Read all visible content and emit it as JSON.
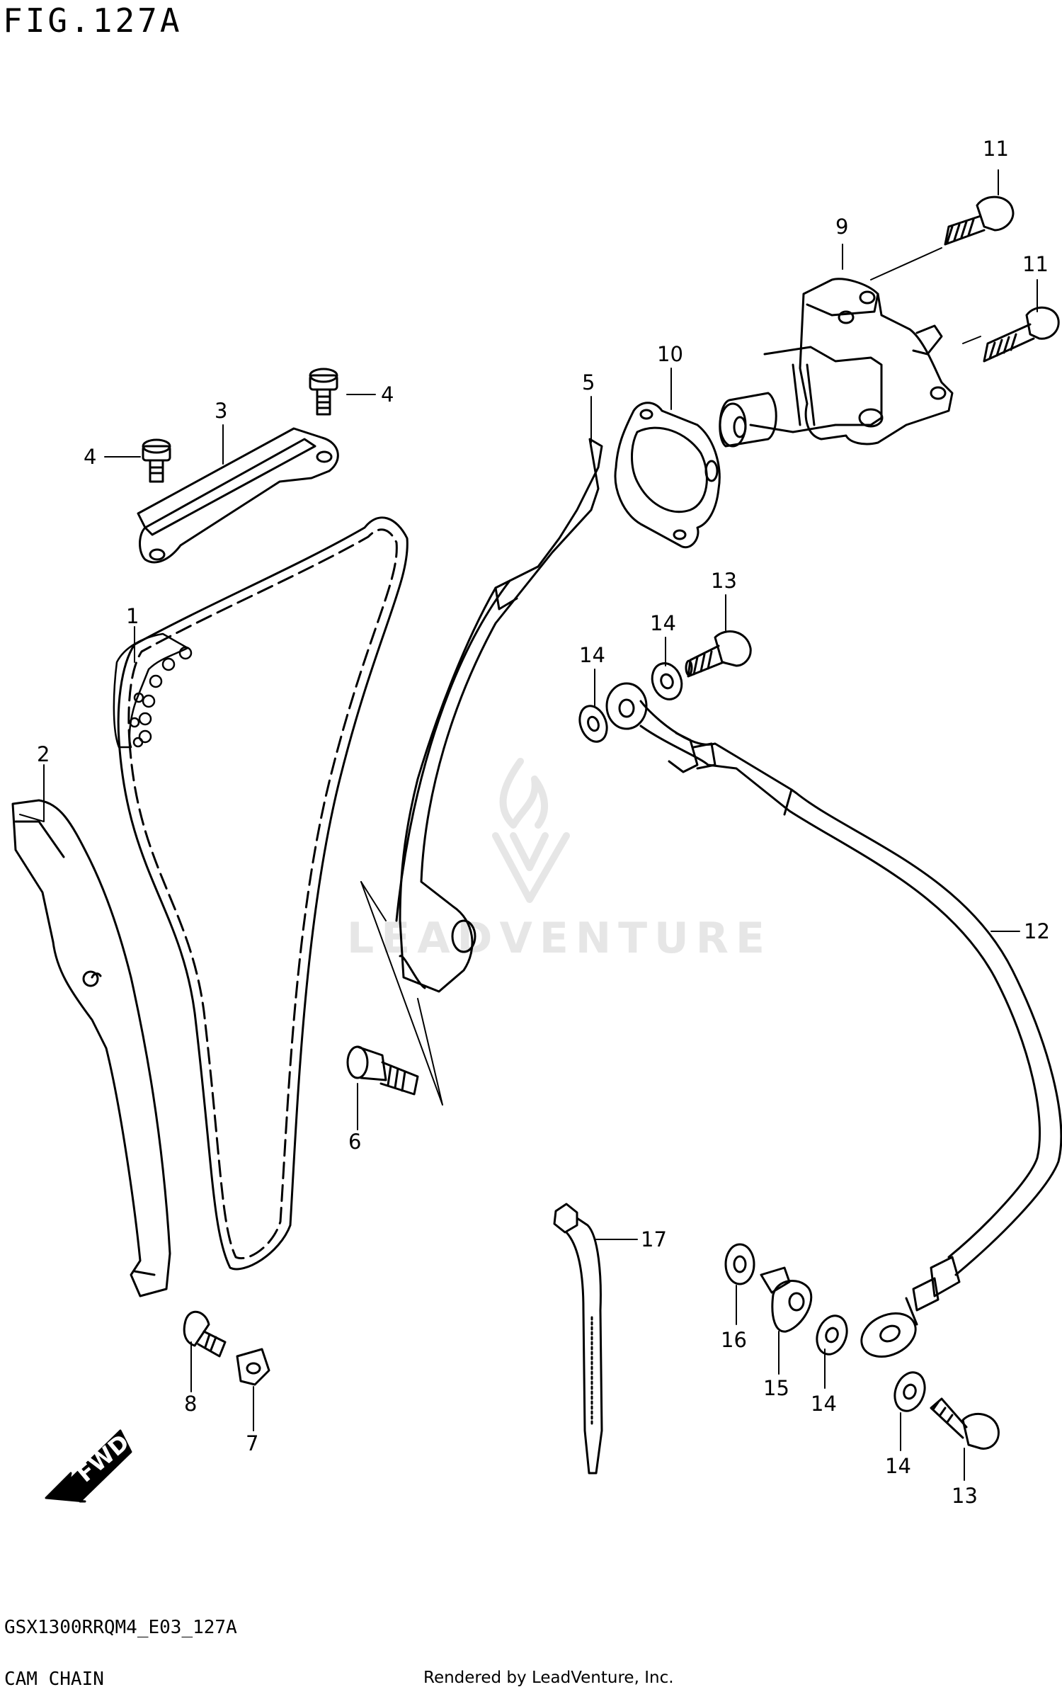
{
  "figure": {
    "title": "FIG.127A",
    "code": "GSX1300RRQM4_E03_127A",
    "name": "CAM CHAIN",
    "rendered_by": "Rendered by LeadVenture, Inc."
  },
  "watermark": {
    "text": "LEADVENTURE",
    "color": "#e6e6e6"
  },
  "fwd_label": "FWD",
  "callouts": [
    "1",
    "2",
    "3",
    "4",
    "4",
    "5",
    "6",
    "7",
    "8",
    "9",
    "10",
    "11",
    "11",
    "12",
    "13",
    "13",
    "14",
    "14",
    "14",
    "14",
    "15",
    "16",
    "17"
  ]
}
